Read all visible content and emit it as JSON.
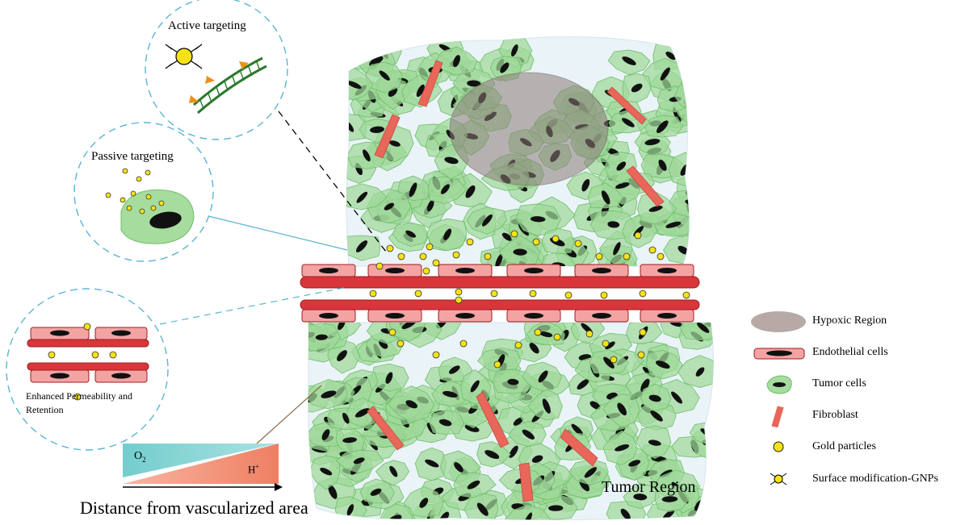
{
  "callouts": {
    "active_targeting": "Active targeting",
    "passive_targeting": "Passive targeting",
    "epr_line1": "Enhanced Permeability and",
    "epr_line2": "Retention"
  },
  "gradient": {
    "o2": "O",
    "o2_sub": "2",
    "h": "H",
    "h_sup": "+",
    "axis_label": "Distance from vascularized area"
  },
  "region_label": "Tumor Region",
  "legend": {
    "items": [
      {
        "label": "Hypoxic Region",
        "icon": "hypoxic-region-icon"
      },
      {
        "label": "Endothelial cells",
        "icon": "endothelial-cell-icon"
      },
      {
        "label": "Tumor cells",
        "icon": "tumor-cell-icon"
      },
      {
        "label": "Fibroblast",
        "icon": "fibroblast-icon"
      },
      {
        "label": "Gold particles",
        "icon": "gold-particle-icon"
      },
      {
        "label": "Surface modification-GNPs",
        "icon": "surface-modified-gnp-icon"
      }
    ]
  },
  "colors": {
    "tumor_cell_fill": "#9fd89a",
    "tumor_cell_stroke": "#6fbf6a",
    "nucleus": "#111111",
    "endothelial_fill": "#f4a3a3",
    "vessel_wall": "#d8363a",
    "gold": "#f5e214",
    "hypoxic": "#9a8a86",
    "fibroblast": "#e8665a",
    "o2_gradient": "#7fd2d2",
    "h_gradient": "#f0876a",
    "callout_border": "#5ab4d6",
    "tissue_background": "#eaf3f8"
  }
}
